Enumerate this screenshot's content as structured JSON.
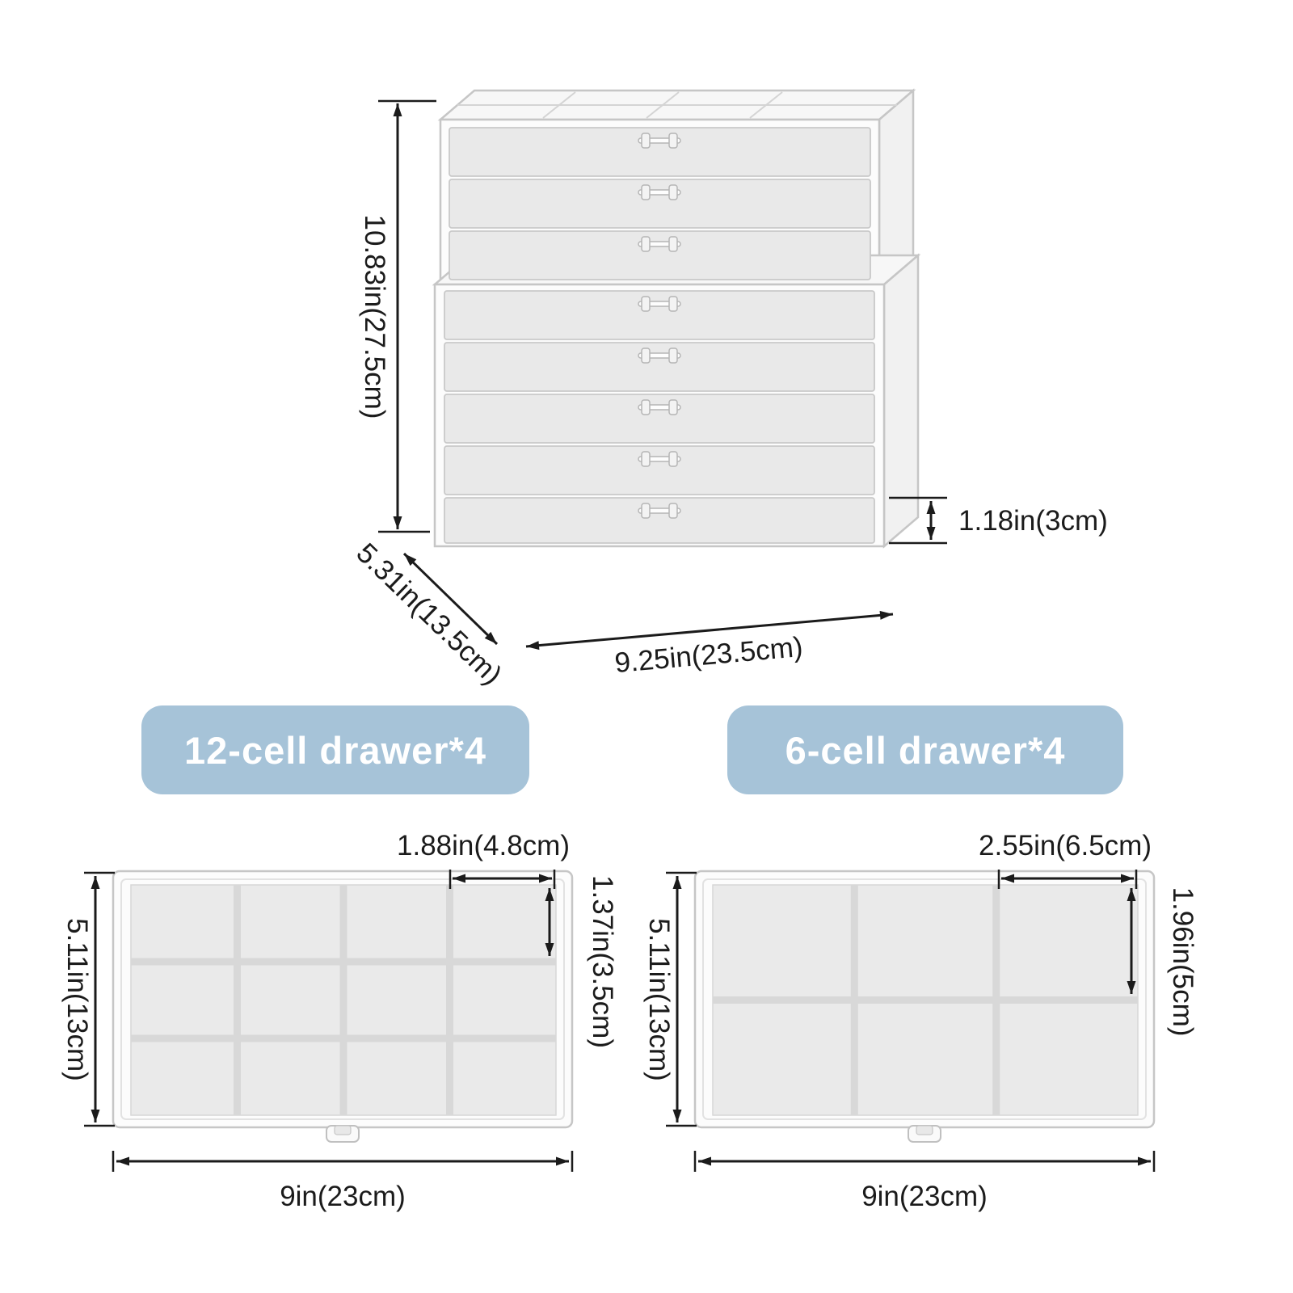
{
  "colors": {
    "badge_accent": "#a6c3d8",
    "ink": "#1b1b1b",
    "tray_cell": "#eaeaea",
    "tray_divider": "#d8d8d8"
  },
  "organizer": {
    "drawers_total": 8,
    "height_label": "10.83in(27.5cm)",
    "depth_label": "5.31in(13.5cm)",
    "width_label": "9.25in(23.5cm)",
    "drawer_height_label": "1.18in(3cm)"
  },
  "badges": {
    "left": {
      "label": "12-cell drawer*4"
    },
    "right": {
      "label": "6-cell drawer*4"
    }
  },
  "tray12": {
    "cells": 12,
    "cols": 4,
    "rows": 3,
    "cell_width_label": "1.88in(4.8cm)",
    "cell_height_label": "1.37in(3.5cm)",
    "side_label": "5.11in(13cm)",
    "width_label": "9in(23cm)"
  },
  "tray6": {
    "cells": 6,
    "cols": 3,
    "rows": 2,
    "cell_width_label": "2.55in(6.5cm)",
    "cell_height_label": "1.96in(5cm)",
    "side_label": "5.11in(13cm)",
    "width_label": "9in(23cm)"
  }
}
